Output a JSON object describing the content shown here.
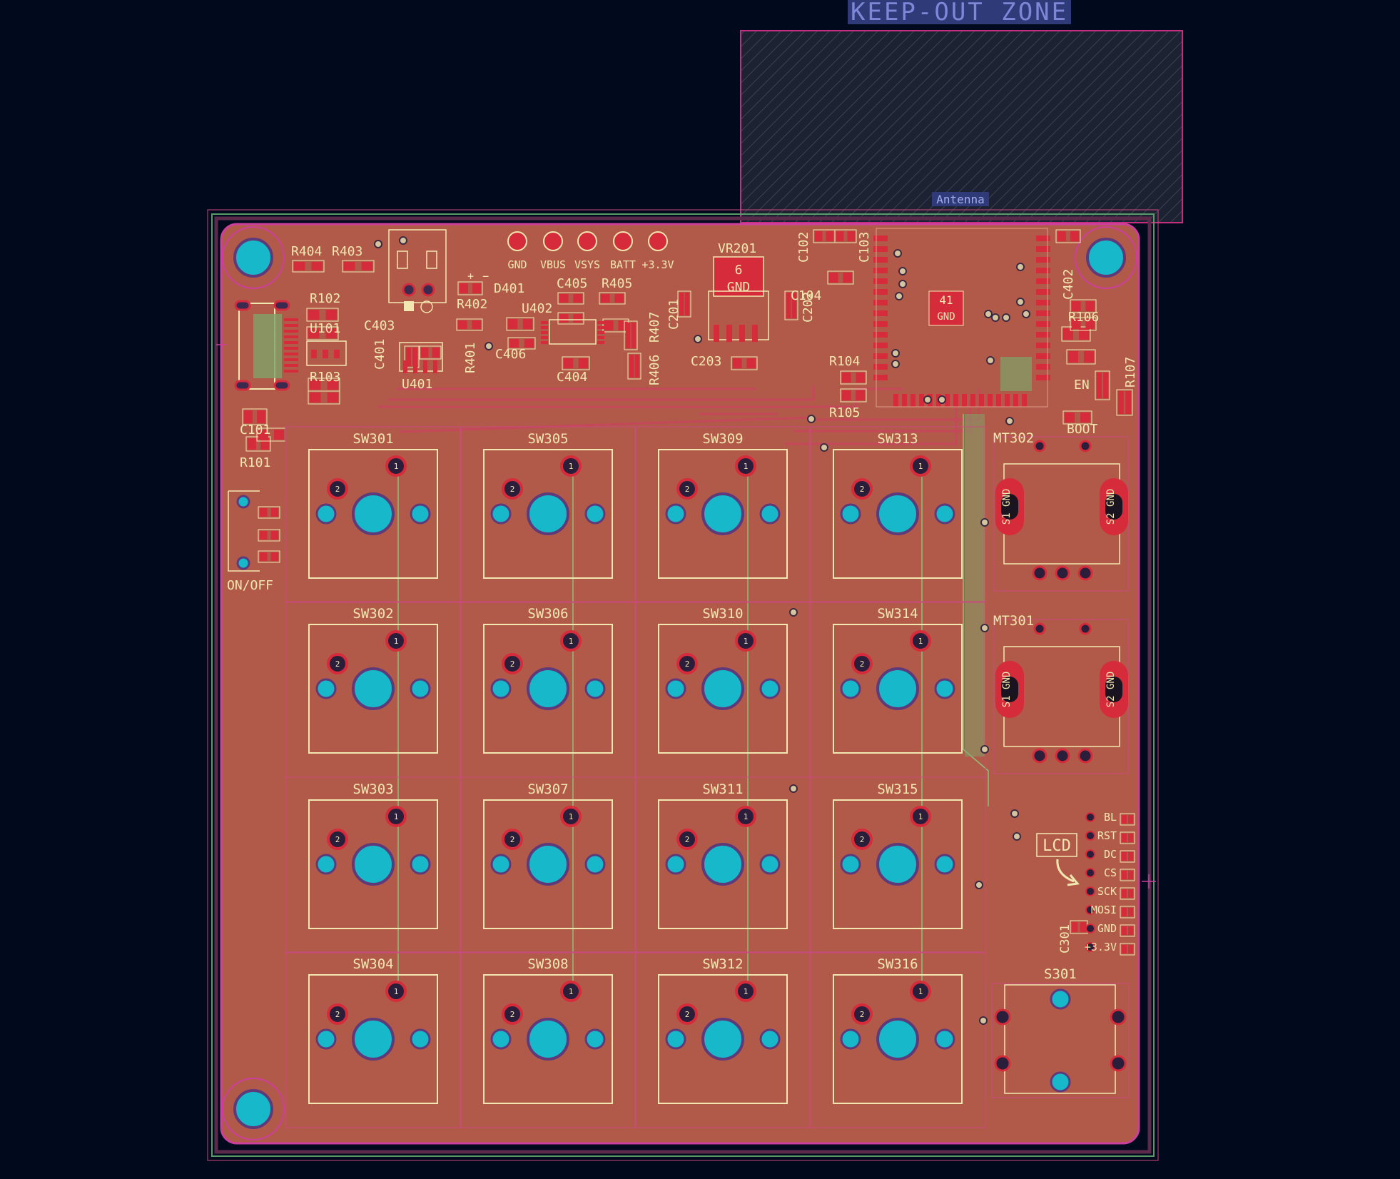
{
  "app": {
    "view": "PCB editor canvas"
  },
  "keepout": {
    "title": "KEEP-OUT ZONE",
    "label": "Antenna"
  },
  "colors": {
    "background": "#010a1d",
    "board_fill": "#b25a49",
    "silkscreen": "#f2e7b0",
    "pad_front": "#d52b3b",
    "via_hole": "#16b8c9",
    "edge_cuts": "#cc3f9c",
    "track_green": "#8fbf7a",
    "keepout_fill": "#1c2232",
    "keepout_border": "#c4307f"
  },
  "test_points": [
    "GND",
    "VBUS",
    "VSYS",
    "BATT",
    "+3.3V"
  ],
  "top_labels": {
    "r404": "R404",
    "r403": "R403",
    "r102": "R102",
    "u101": "U101",
    "r103": "R103",
    "c101": "C101",
    "r101": "R101",
    "c403": "C403",
    "c401": "C401",
    "u401": "U401",
    "d401": "D401",
    "r402": "R402",
    "r401": "R401",
    "c405": "C405",
    "r405": "R405",
    "u402": "U402",
    "c406": "C406",
    "c404": "C404",
    "r406": "R406",
    "r407": "R407",
    "vr201": "VR201",
    "vr201_pad_num": "6",
    "vr201_pad_net": "GND",
    "c201": "C201",
    "c203": "C203",
    "c202": "C202",
    "c102": "C102",
    "c103": "C103",
    "c104": "C104",
    "r104": "R104",
    "r105": "R105",
    "module_pad_num": "41",
    "module_pad_net": "GND",
    "c402": "C402",
    "r106": "R106",
    "r107": "R107",
    "en": "EN",
    "boot": "BOOT",
    "plus": "+",
    "minus": "−"
  },
  "switch_labels": [
    "SW301",
    "SW302",
    "SW303",
    "SW304",
    "SW305",
    "SW306",
    "SW307",
    "SW308",
    "SW309",
    "SW310",
    "SW311",
    "SW312",
    "SW313",
    "SW314",
    "SW315",
    "SW316"
  ],
  "side_labels": {
    "on_off": "ON/OFF",
    "mt302": "MT302",
    "mt301": "MT301",
    "s1_gnd": "S1 GND",
    "s2_gnd": "S2 GND",
    "lcd": "LCD",
    "c301": "C301",
    "s301": "S301",
    "switch_pin1": "1",
    "switch_pin2": "2"
  },
  "lcd_pins": [
    "BL",
    "RST",
    "DC",
    "CS",
    "SCK",
    "MOSI",
    "GND",
    "+3.3V"
  ]
}
